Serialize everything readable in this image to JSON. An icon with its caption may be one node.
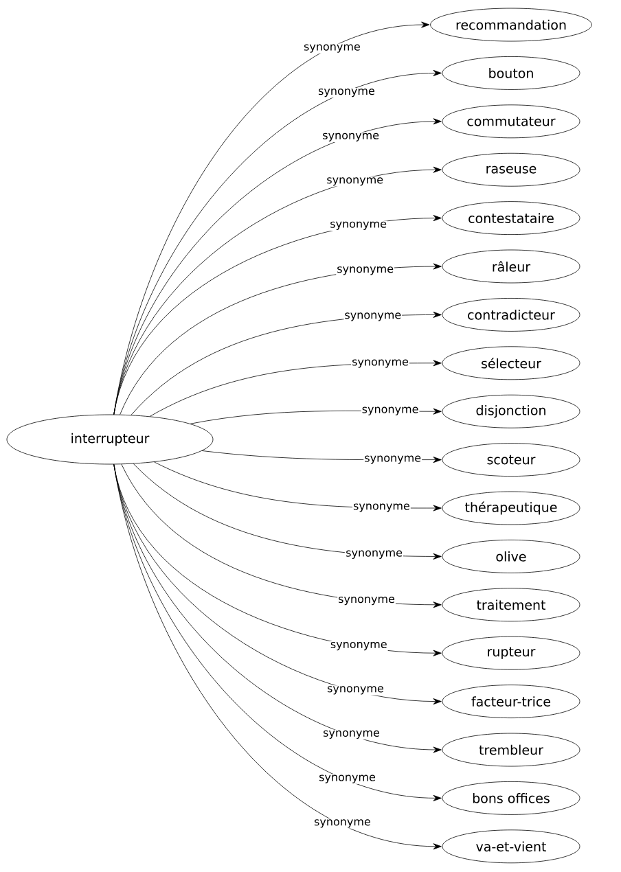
{
  "diagram": {
    "nodes": [
      {
        "text": [
          "interrupteur"
        ]
      },
      {
        "text": [
          "recommandation"
        ]
      },
      {
        "text": [
          "bouton"
        ]
      },
      {
        "text": [
          "commutateur"
        ]
      },
      {
        "text": [
          "raseuse"
        ]
      },
      {
        "text": [
          "contestataire"
        ]
      },
      {
        "text": [
          "râleur"
        ]
      },
      {
        "text": [
          "contradicteur"
        ]
      },
      {
        "text": [
          "sélecteur"
        ]
      },
      {
        "text": [
          "disjonction"
        ]
      },
      {
        "text": [
          "scoteur"
        ]
      },
      {
        "text": [
          "thérapeutique"
        ]
      },
      {
        "text": [
          "olive"
        ]
      },
      {
        "text": [
          "traitement"
        ]
      },
      {
        "text": [
          "rupteur"
        ]
      },
      {
        "text": [
          "facteur-trice"
        ]
      },
      {
        "text": [
          "trembleur"
        ]
      },
      {
        "text": [
          "bons offices"
        ]
      },
      {
        "text": [
          "va-et-vient"
        ]
      }
    ],
    "edges": [
      {
        "from": 0,
        "to": 1,
        "arrow": "to",
        "label": "synonyme"
      },
      {
        "from": 0,
        "to": 2,
        "arrow": "to",
        "label": "synonyme"
      },
      {
        "from": 0,
        "to": 3,
        "arrow": "to",
        "label": "synonyme"
      },
      {
        "from": 0,
        "to": 4,
        "arrow": "to",
        "label": "synonyme"
      },
      {
        "from": 0,
        "to": 5,
        "arrow": "to",
        "label": "synonyme"
      },
      {
        "from": 0,
        "to": 6,
        "arrow": "to",
        "label": "synonyme"
      },
      {
        "from": 0,
        "to": 7,
        "arrow": "to",
        "label": "synonyme"
      },
      {
        "from": 0,
        "to": 8,
        "arrow": "to",
        "label": "synonyme"
      },
      {
        "from": 0,
        "to": 9,
        "arrow": "to",
        "label": "synonyme"
      },
      {
        "from": 0,
        "to": 10,
        "arrow": "to",
        "label": "synonyme"
      },
      {
        "from": 0,
        "to": 11,
        "arrow": "to",
        "label": "synonyme"
      },
      {
        "from": 0,
        "to": 12,
        "arrow": "to",
        "label": "synonyme"
      },
      {
        "from": 0,
        "to": 13,
        "arrow": "to",
        "label": "synonyme"
      },
      {
        "from": 0,
        "to": 14,
        "arrow": "to",
        "label": "synonyme"
      },
      {
        "from": 0,
        "to": 15,
        "arrow": "to",
        "label": "synonyme"
      },
      {
        "from": 0,
        "to": 16,
        "arrow": "to",
        "label": "synonyme"
      },
      {
        "from": 0,
        "to": 17,
        "arrow": "to",
        "label": "synonyme"
      },
      {
        "from": 0,
        "to": 18,
        "arrow": "to",
        "label": "synonyme"
      }
    ]
  }
}
